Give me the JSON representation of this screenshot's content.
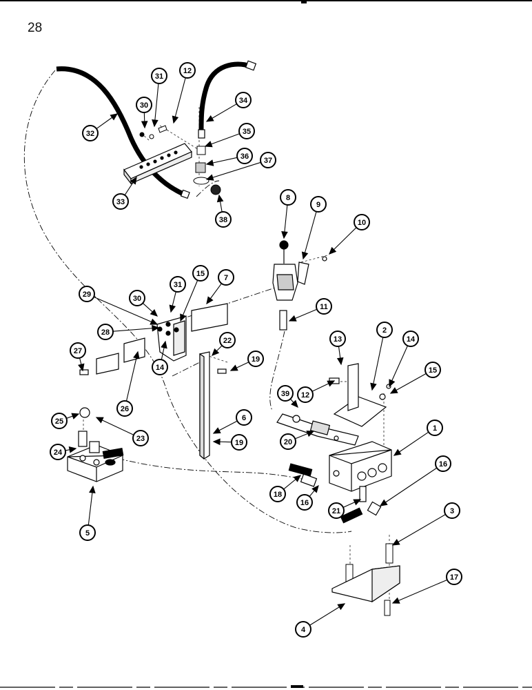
{
  "page": {
    "number": "28"
  },
  "callouts": [
    {
      "label": "1"
    },
    {
      "label": "2"
    },
    {
      "label": "3"
    },
    {
      "label": "4"
    },
    {
      "label": "5"
    },
    {
      "label": "6"
    },
    {
      "label": "7"
    },
    {
      "label": "8"
    },
    {
      "label": "9"
    },
    {
      "label": "10"
    },
    {
      "label": "11"
    },
    {
      "label": "12"
    },
    {
      "label": "12"
    },
    {
      "label": "13"
    },
    {
      "label": "14"
    },
    {
      "label": "14"
    },
    {
      "label": "15"
    },
    {
      "label": "15"
    },
    {
      "label": "16"
    },
    {
      "label": "16"
    },
    {
      "label": "17"
    },
    {
      "label": "18"
    },
    {
      "label": "19"
    },
    {
      "label": "19"
    },
    {
      "label": "20"
    },
    {
      "label": "21"
    },
    {
      "label": "22"
    },
    {
      "label": "23"
    },
    {
      "label": "24"
    },
    {
      "label": "25"
    },
    {
      "label": "26"
    },
    {
      "label": "27"
    },
    {
      "label": "28"
    },
    {
      "label": "29"
    },
    {
      "label": "30"
    },
    {
      "label": "30"
    },
    {
      "label": "31"
    },
    {
      "label": "31"
    },
    {
      "label": "32"
    },
    {
      "label": "33"
    },
    {
      "label": "34"
    },
    {
      "label": "35"
    },
    {
      "label": "36"
    },
    {
      "label": "37"
    },
    {
      "label": "38"
    },
    {
      "label": "39"
    }
  ]
}
